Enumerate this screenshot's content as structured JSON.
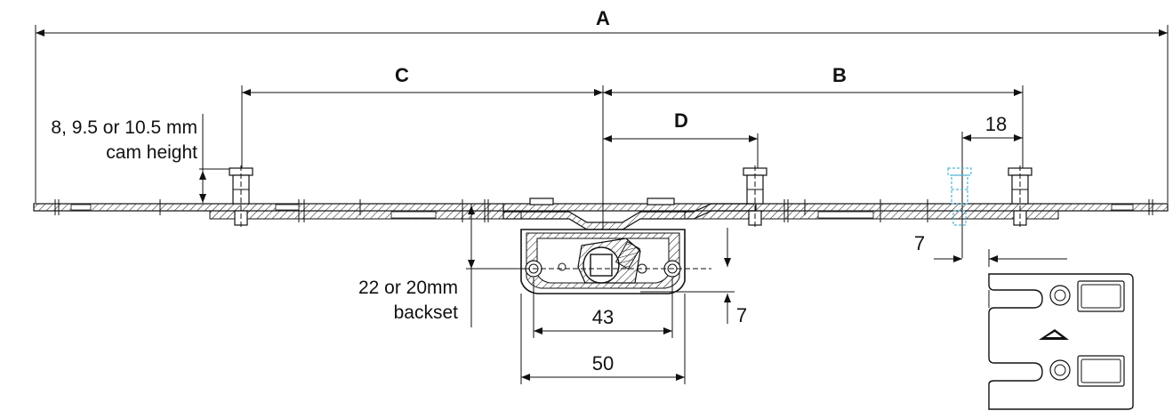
{
  "dimensions": {
    "A": "A",
    "B": "B",
    "C": "C",
    "D": "D",
    "d18": "18",
    "d7_right": "7",
    "d43": "43",
    "d50": "50",
    "d7_center": "7"
  },
  "notes": {
    "cam_line1": "8, 9.5 or 10.5 mm",
    "cam_line2": "cam height",
    "backset_line1": "22 or 20mm",
    "backset_line2": "backset"
  },
  "colors": {
    "line": "#111111",
    "alt_cam": "#4fb6d8"
  }
}
